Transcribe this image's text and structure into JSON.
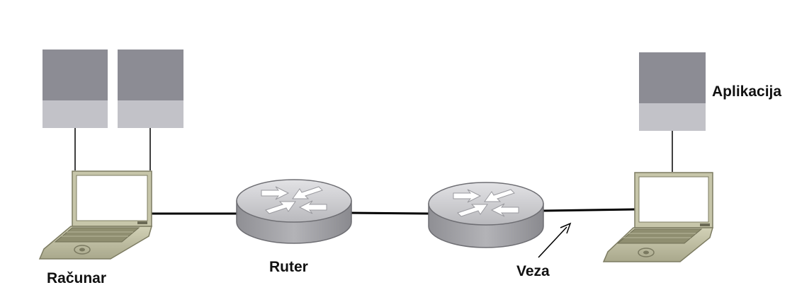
{
  "labels": {
    "computer": "Računar",
    "router": "Ruter",
    "link": "Veza",
    "application": "Aplikacija"
  },
  "colors": {
    "app_top": "#8c8c94",
    "app_bottom": "#c2c2c8",
    "router_body": "#a9a9ad",
    "router_top": "#d0d0d4",
    "laptop_frame": "#c7c6aa",
    "laptop_screen": "#ffffff",
    "keyboard": "#9a9a7a",
    "cable": "#000000"
  }
}
